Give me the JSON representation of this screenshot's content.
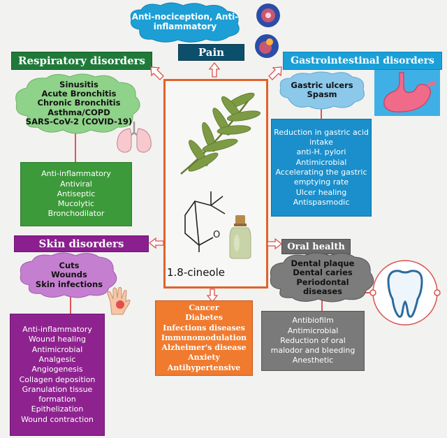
{
  "center": {
    "label": "1.8-cineole"
  },
  "pain": {
    "title": "Pain",
    "effects": [
      "Anti-nociception, Anti-",
      "inflammatory"
    ]
  },
  "respiratory": {
    "title": "Respiratory disorders",
    "diseases": [
      "Sinusitis",
      "Acute Bronchitis",
      "Chronic Bronchitis",
      "Asthma/COPD",
      "SARS-CoV-2 (COVID-19)"
    ],
    "effects": [
      "Anti-inflammatory",
      "Antiviral",
      "Antiseptic",
      "Mucolytic",
      "Bronchodilator"
    ]
  },
  "gastro": {
    "title": "Gastrointestinal disorders",
    "diseases": [
      "Gastric ulcers",
      "Spasm"
    ],
    "effects": [
      "Reduction in gastric acid",
      "intake",
      "anti-H. pylori",
      "Antimicrobial",
      "Accelerating the gastric",
      "emptying rate",
      "Ulcer healing",
      "Antispasmodic"
    ]
  },
  "skin": {
    "title": "Skin disorders",
    "diseases": [
      "Cuts",
      "Wounds",
      "Skin infections"
    ],
    "effects": [
      "Anti-inflammatory",
      "Wound healing",
      "Antimicrobial",
      "Analgesic",
      "Angiogenesis",
      "Collagen deposition",
      "Granulation tissue",
      "formation",
      "Epithelization",
      "Wound contraction"
    ]
  },
  "oral": {
    "title": "Oral health",
    "diseases": [
      "Dental plaque",
      "Dental caries",
      "Periodontal",
      "diseases"
    ],
    "effects": [
      "Antibiofilm",
      "Antimicrobial",
      "Reduction of oral",
      "malodor and bleeding",
      "Anesthetic"
    ]
  },
  "other": {
    "items": [
      "Cancer",
      "Diabetes",
      "Infections diseases",
      "Immunomodulation",
      "Alzheimer's disease",
      "Anxiety",
      "Antihypertensive"
    ]
  },
  "colors": {
    "respiratory": "#1f7a3a",
    "gastro": "#1593c9",
    "skin": "#8b1f8f",
    "oral": "#6b6b6b",
    "pain": "#0b4f6c",
    "other": "#ef6d2a",
    "center_border": "#e0622a"
  }
}
